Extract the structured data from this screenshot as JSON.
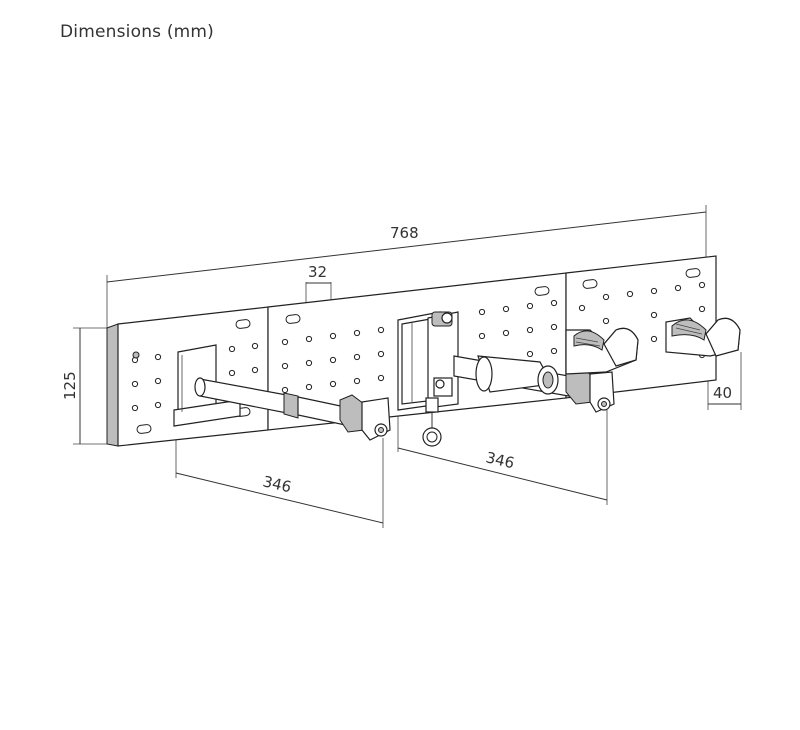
{
  "heading": "Dimensions (mm)",
  "dimensions": {
    "overall_width": "768",
    "hole_pitch": "32",
    "height": "125",
    "arm_left": "346",
    "arm_right": "346",
    "hook_depth": "40"
  },
  "colors": {
    "line": "#333333",
    "shade": "#bdbdbd",
    "background": "#ffffff"
  }
}
